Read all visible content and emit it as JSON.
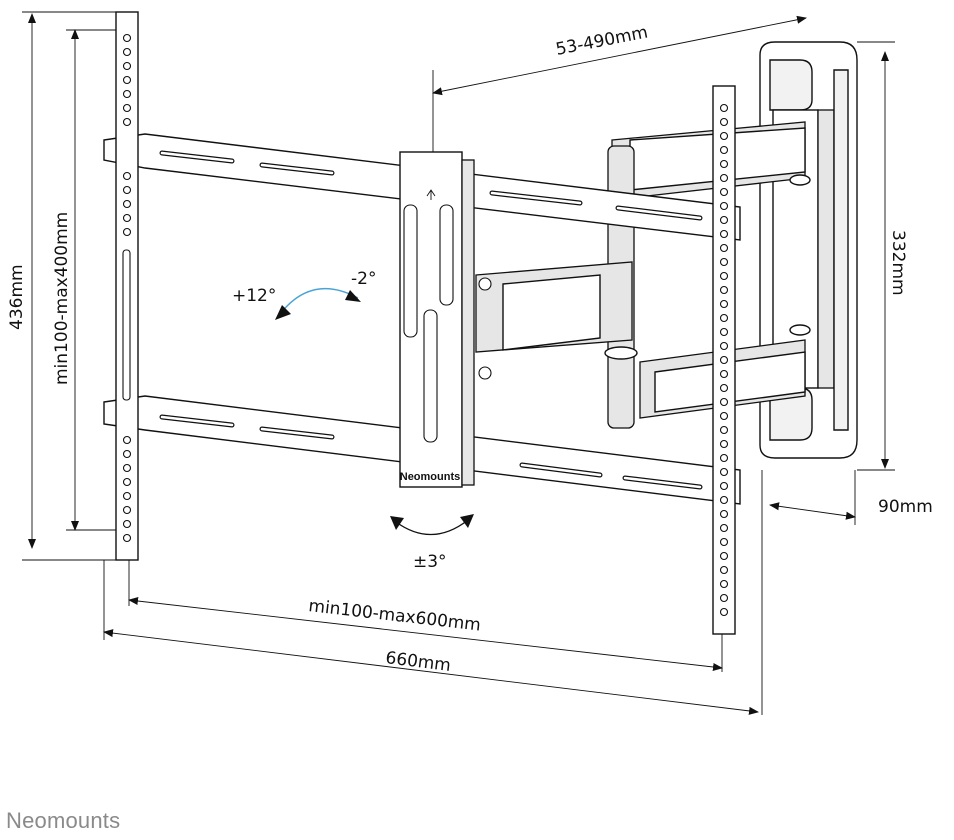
{
  "dimensions": {
    "arm_extension": "53-490mm",
    "height_overall": "436mm",
    "vertical_vesa": "min100-max400mm",
    "wall_plate_height": "332mm",
    "wall_plate_depth": "90mm",
    "horizontal_vesa": "min100-max600mm",
    "width_overall": "660mm"
  },
  "tilt": {
    "up": "+12°",
    "down": "-2°",
    "rotation": "±3°"
  },
  "logo_on_plate": "Neomounts",
  "brand": "Neomounts",
  "colors": {
    "line": "#111111",
    "arrow_blue": "#4aa3d8",
    "brand_grey": "#8a8a8a"
  }
}
